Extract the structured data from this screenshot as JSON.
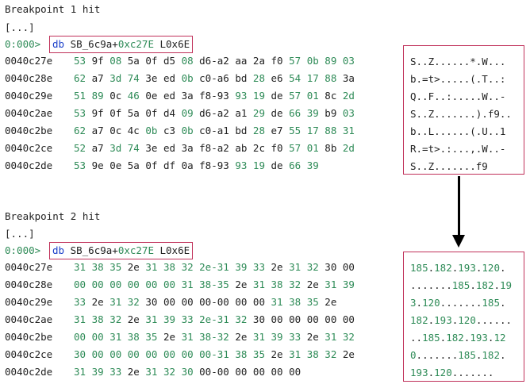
{
  "bp1": {
    "title": "Breakpoint 1 hit",
    "ellipsis": "[...]",
    "prompt": "0:000>",
    "cmd": {
      "db": "db",
      "sym": "SB_6c9a+",
      "off": "0xc27E",
      "len": "L0x6E"
    },
    "rows": [
      {
        "addr": "0040c27e",
        "bytes": [
          [
            "53",
            "t"
          ],
          [
            "9f",
            "d"
          ],
          [
            "08",
            "t"
          ],
          [
            "5a",
            "d"
          ],
          [
            "0f",
            "d"
          ],
          [
            "d5",
            "d"
          ],
          [
            "08",
            "t"
          ],
          [
            "d6-a2",
            "d"
          ],
          [
            "aa",
            "d"
          ],
          [
            "2a",
            "d"
          ],
          [
            "f0",
            "d"
          ],
          [
            "57",
            "t"
          ],
          [
            "0b",
            "t"
          ],
          [
            "89",
            "t"
          ],
          [
            "03",
            "t"
          ]
        ]
      },
      {
        "addr": "0040c28e",
        "bytes": [
          [
            "62",
            "t"
          ],
          [
            "a7",
            "d"
          ],
          [
            "3d",
            "t"
          ],
          [
            "74",
            "t"
          ],
          [
            "3e",
            "d"
          ],
          [
            "ed",
            "d"
          ],
          [
            "0b",
            "t"
          ],
          [
            "c0-a6",
            "d"
          ],
          [
            "bd",
            "d"
          ],
          [
            "28",
            "t"
          ],
          [
            "e6",
            "d"
          ],
          [
            "54",
            "t"
          ],
          [
            "17",
            "t"
          ],
          [
            "88",
            "t"
          ],
          [
            "3a",
            "d"
          ]
        ]
      },
      {
        "addr": "0040c29e",
        "bytes": [
          [
            "51",
            "t"
          ],
          [
            "89",
            "t"
          ],
          [
            "0c",
            "d"
          ],
          [
            "46",
            "t"
          ],
          [
            "0e",
            "d"
          ],
          [
            "ed",
            "d"
          ],
          [
            "3a",
            "d"
          ],
          [
            "f8-93",
            "d"
          ],
          [
            "93",
            "t"
          ],
          [
            "19",
            "t"
          ],
          [
            "de",
            "d"
          ],
          [
            "57",
            "t"
          ],
          [
            "01",
            "t"
          ],
          [
            "8c",
            "d"
          ],
          [
            "2d",
            "t"
          ]
        ]
      },
      {
        "addr": "0040c2ae",
        "bytes": [
          [
            "53",
            "t"
          ],
          [
            "9f",
            "d"
          ],
          [
            "0f",
            "d"
          ],
          [
            "5a",
            "d"
          ],
          [
            "0f",
            "d"
          ],
          [
            "d4",
            "d"
          ],
          [
            "09",
            "t"
          ],
          [
            "d6-a2",
            "d"
          ],
          [
            "a1",
            "d"
          ],
          [
            "29",
            "t"
          ],
          [
            "de",
            "d"
          ],
          [
            "66",
            "t"
          ],
          [
            "39",
            "t"
          ],
          [
            "b9",
            "d"
          ],
          [
            "03",
            "t"
          ]
        ]
      },
      {
        "addr": "0040c2be",
        "bytes": [
          [
            "62",
            "t"
          ],
          [
            "a7",
            "d"
          ],
          [
            "0c",
            "d"
          ],
          [
            "4c",
            "d"
          ],
          [
            "0b",
            "t"
          ],
          [
            "c3",
            "d"
          ],
          [
            "0b",
            "t"
          ],
          [
            "c0-a1",
            "d"
          ],
          [
            "bd",
            "d"
          ],
          [
            "28",
            "t"
          ],
          [
            "e7",
            "d"
          ],
          [
            "55",
            "t"
          ],
          [
            "17",
            "t"
          ],
          [
            "88",
            "t"
          ],
          [
            "31",
            "t"
          ]
        ]
      },
      {
        "addr": "0040c2ce",
        "bytes": [
          [
            "52",
            "t"
          ],
          [
            "a7",
            "d"
          ],
          [
            "3d",
            "t"
          ],
          [
            "74",
            "t"
          ],
          [
            "3e",
            "d"
          ],
          [
            "ed",
            "d"
          ],
          [
            "3a",
            "d"
          ],
          [
            "f8-a2",
            "d"
          ],
          [
            "ab",
            "d"
          ],
          [
            "2c",
            "d"
          ],
          [
            "f0",
            "d"
          ],
          [
            "57",
            "t"
          ],
          [
            "01",
            "t"
          ],
          [
            "8b",
            "d"
          ],
          [
            "2d",
            "t"
          ]
        ]
      },
      {
        "addr": "0040c2de",
        "bytes": [
          [
            "53",
            "t"
          ],
          [
            "9e",
            "d"
          ],
          [
            "0e",
            "d"
          ],
          [
            "5a",
            "d"
          ],
          [
            "0f",
            "d"
          ],
          [
            "df",
            "d"
          ],
          [
            "0a",
            "d"
          ],
          [
            "f8-93",
            "d"
          ],
          [
            "93",
            "t"
          ],
          [
            "19",
            "t"
          ],
          [
            "de",
            "d"
          ],
          [
            "66",
            "t"
          ],
          [
            "39",
            "t"
          ]
        ]
      }
    ],
    "ascii": [
      "S..Z......*.W...",
      "b.=t>.....(.T..:",
      "Q..F..:.....W..-",
      "S..Z.......).f9..",
      "b..L......(.U..1",
      "R.=t>.:...,.W..-",
      "S..Z.......f9"
    ]
  },
  "bp2": {
    "title": "Breakpoint 2 hit",
    "ellipsis": "[...]",
    "prompt": "0:000>",
    "cmd": {
      "db": "db",
      "sym": "SB_6c9a+",
      "off": "0xc27E",
      "len": "L0x6E"
    },
    "rows": [
      {
        "addr": "0040c27e",
        "bytes": [
          [
            "31",
            "t"
          ],
          [
            "38",
            "t"
          ],
          [
            "35",
            "t"
          ],
          [
            "2e",
            "d"
          ],
          [
            "31",
            "t"
          ],
          [
            "38",
            "t"
          ],
          [
            "32",
            "t"
          ],
          [
            "2e-31",
            "t"
          ],
          [
            "39",
            "t"
          ],
          [
            "33",
            "t"
          ],
          [
            "2e",
            "d"
          ],
          [
            "31",
            "t"
          ],
          [
            "32",
            "t"
          ],
          [
            "30",
            "d"
          ],
          [
            "00",
            "d"
          ]
        ]
      },
      {
        "addr": "0040c28e",
        "bytes": [
          [
            "00",
            "t"
          ],
          [
            "00",
            "t"
          ],
          [
            "00",
            "t"
          ],
          [
            "00",
            "t"
          ],
          [
            "00",
            "t"
          ],
          [
            "00",
            "t"
          ],
          [
            "31",
            "t"
          ],
          [
            "38-35",
            "t"
          ],
          [
            "2e",
            "d"
          ],
          [
            "31",
            "t"
          ],
          [
            "38",
            "t"
          ],
          [
            "32",
            "t"
          ],
          [
            "2e",
            "d"
          ],
          [
            "31",
            "t"
          ],
          [
            "39",
            "t"
          ]
        ]
      },
      {
        "addr": "0040c29e",
        "bytes": [
          [
            "33",
            "t"
          ],
          [
            "2e",
            "d"
          ],
          [
            "31",
            "t"
          ],
          [
            "32",
            "t"
          ],
          [
            "30",
            "d"
          ],
          [
            "00",
            "d"
          ],
          [
            "00",
            "d"
          ],
          [
            "00-00",
            "d"
          ],
          [
            "00",
            "d"
          ],
          [
            "00",
            "d"
          ],
          [
            "31",
            "t"
          ],
          [
            "38",
            "t"
          ],
          [
            "35",
            "t"
          ],
          [
            "2e",
            "d"
          ]
        ]
      },
      {
        "addr": "0040c2ae",
        "bytes": [
          [
            "31",
            "t"
          ],
          [
            "38",
            "t"
          ],
          [
            "32",
            "t"
          ],
          [
            "2e",
            "d"
          ],
          [
            "31",
            "t"
          ],
          [
            "39",
            "t"
          ],
          [
            "33",
            "t"
          ],
          [
            "2e-31",
            "t"
          ],
          [
            "32",
            "t"
          ],
          [
            "30",
            "d"
          ],
          [
            "00",
            "d"
          ],
          [
            "00",
            "d"
          ],
          [
            "00",
            "d"
          ],
          [
            "00",
            "d"
          ],
          [
            "00",
            "d"
          ]
        ]
      },
      {
        "addr": "0040c2be",
        "bytes": [
          [
            "00",
            "t"
          ],
          [
            "00",
            "t"
          ],
          [
            "31",
            "t"
          ],
          [
            "38",
            "t"
          ],
          [
            "35",
            "t"
          ],
          [
            "2e",
            "d"
          ],
          [
            "31",
            "t"
          ],
          [
            "38-32",
            "t"
          ],
          [
            "2e",
            "d"
          ],
          [
            "31",
            "t"
          ],
          [
            "39",
            "t"
          ],
          [
            "33",
            "t"
          ],
          [
            "2e",
            "d"
          ],
          [
            "31",
            "t"
          ],
          [
            "32",
            "t"
          ]
        ]
      },
      {
        "addr": "0040c2ce",
        "bytes": [
          [
            "30",
            "t"
          ],
          [
            "00",
            "t"
          ],
          [
            "00",
            "t"
          ],
          [
            "00",
            "t"
          ],
          [
            "00",
            "t"
          ],
          [
            "00",
            "t"
          ],
          [
            "00",
            "t"
          ],
          [
            "00-31",
            "t"
          ],
          [
            "38",
            "t"
          ],
          [
            "35",
            "t"
          ],
          [
            "2e",
            "d"
          ],
          [
            "31",
            "t"
          ],
          [
            "38",
            "t"
          ],
          [
            "32",
            "t"
          ],
          [
            "2e",
            "d"
          ]
        ]
      },
      {
        "addr": "0040c2de",
        "bytes": [
          [
            "31",
            "t"
          ],
          [
            "39",
            "t"
          ],
          [
            "33",
            "t"
          ],
          [
            "2e",
            "d"
          ],
          [
            "31",
            "t"
          ],
          [
            "32",
            "t"
          ],
          [
            "30",
            "t"
          ],
          [
            "00-00",
            "d"
          ],
          [
            "00",
            "d"
          ],
          [
            "00",
            "d"
          ],
          [
            "00",
            "d"
          ],
          [
            "00",
            "d"
          ]
        ]
      }
    ],
    "ascii": [
      "185.182.193.120.",
      ".......185.182.19",
      "3.120.......185.",
      "182.193.120......",
      "..185.182.193.12",
      "0.......185.182.",
      "193.120......."
    ]
  }
}
